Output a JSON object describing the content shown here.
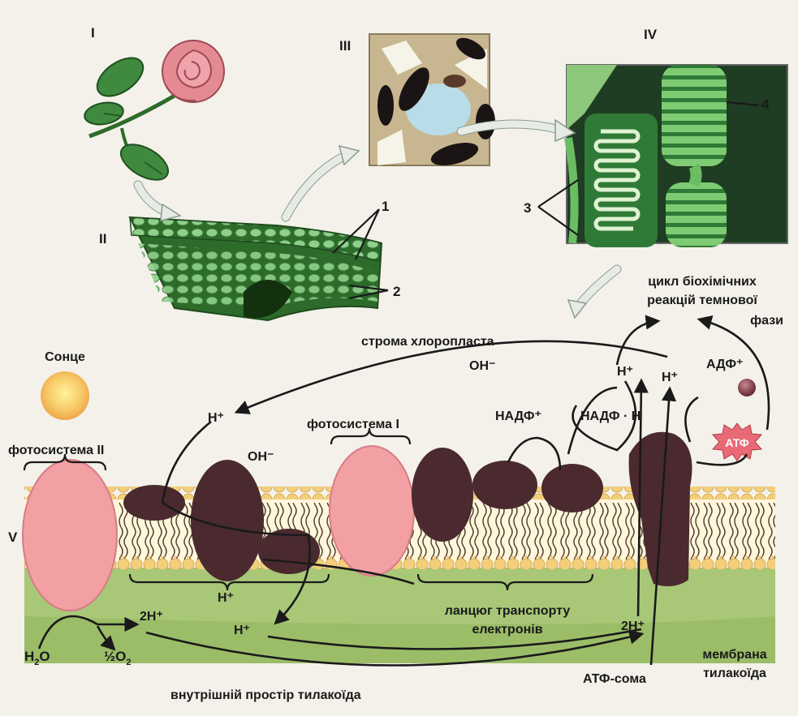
{
  "panels": {
    "p1": "I",
    "p2": "II",
    "p3": "III",
    "p4": "IV",
    "p5": "V"
  },
  "callouts": {
    "n1": "1",
    "n2": "2",
    "n3": "3",
    "n4": "4"
  },
  "labels": {
    "sun": "Сонце",
    "stroma": "строма хлоропласта",
    "cycle_1": "цикл біохімічних",
    "cycle_2": "реакцій темнової",
    "cycle_3": "фази",
    "photosystem_2": "фотосистема II",
    "photosystem_1": "фотосистема I",
    "oh_1": "OH⁻",
    "oh_2": "OH⁻",
    "h_plus_1": "H⁺",
    "h_plus_2": "H⁺",
    "h_plus_3": "H⁺",
    "h_plus_4": "H⁺",
    "h_plus_5": "H⁺",
    "two_h_1": "2H⁺",
    "two_h_2": "2H⁺",
    "nadp": "НАДФ⁺",
    "nadph": "НАДФ · Н",
    "adp": "АДФ⁺",
    "atp": "АТФ",
    "h2o_main": "H",
    "h2o_sub": "2",
    "h2o_end": "O",
    "o2_main": "½O",
    "o2_sub": "2",
    "etc_1": "ланцюг транспорту",
    "etc_2": "електронів",
    "atp_synthase": "АТФ-сома",
    "membrane_1": "мембрана",
    "membrane_2": "тилакоїда",
    "lumen": "внутрішній простір тилакоїда"
  },
  "colors": {
    "background": "#f3f1ea",
    "lumen": "#9bbd68",
    "photosystem": "#f2a0a4",
    "protein": "#4a2a2e",
    "lipid_head": "#f3cf7c",
    "leaf_green": "#3f8a3e",
    "rose": "#e48a93",
    "atp_burst": "#e96a77"
  }
}
